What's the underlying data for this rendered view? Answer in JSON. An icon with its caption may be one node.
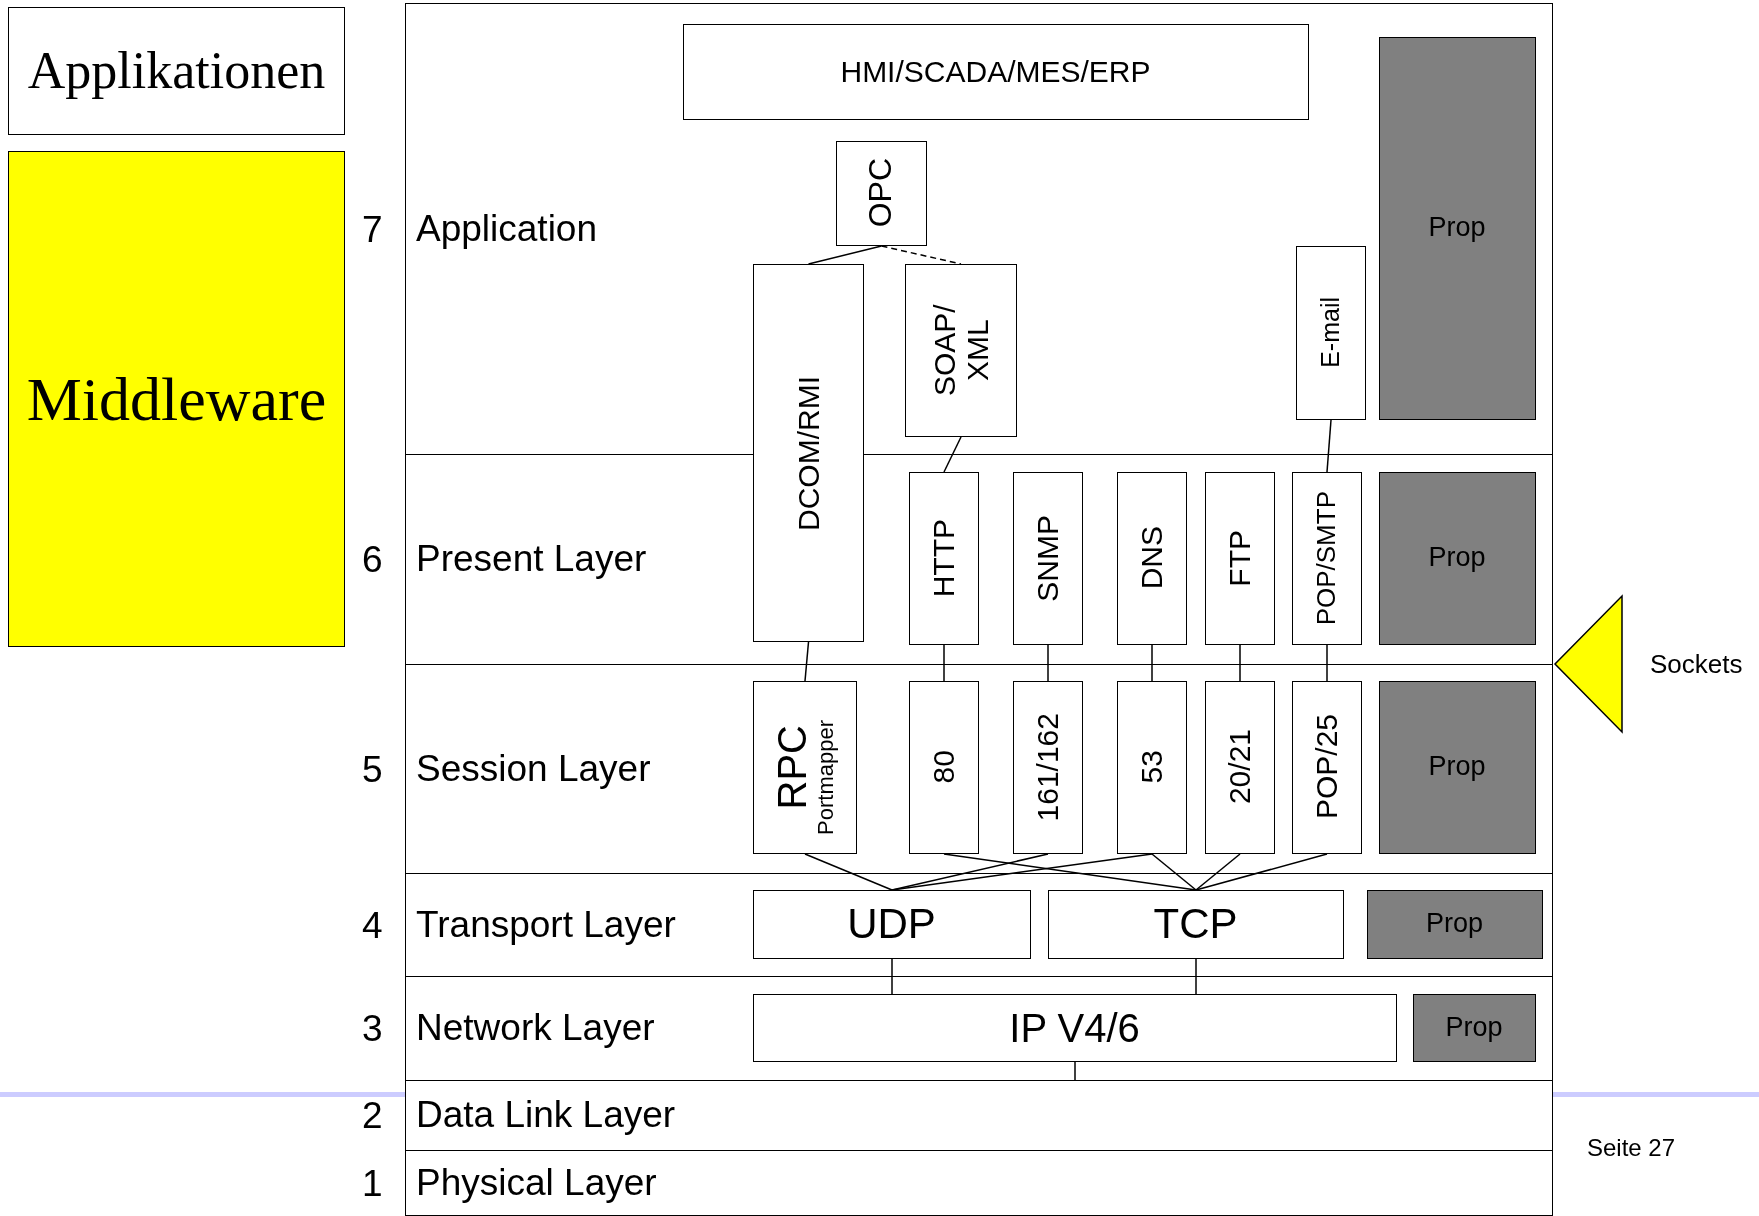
{
  "diagram": {
    "nodes": [
      {
        "text": [
          "Applikationen"
        ]
      },
      {
        "text": [
          "Middleware"
        ]
      },
      {
        "text": [
          "Application"
        ],
        "beside": [
          "7"
        ]
      },
      {
        "text": [
          "HMI/SCADA/MES/ERP"
        ],
        "in": 2
      },
      {
        "text": [
          "OPC"
        ],
        "in": 2
      },
      {
        "text": [
          "DCOM/RMI"
        ]
      },
      {
        "text": [
          "SOAP/ XML"
        ],
        "in": 2
      },
      {
        "text": [
          "E-mail"
        ],
        "in": 2
      },
      {
        "text": [
          "Prop"
        ],
        "in": 2
      },
      {
        "text": [
          "Present Layer"
        ],
        "beside": [
          "6"
        ]
      },
      {
        "text": [
          "HTTP"
        ],
        "in": 9
      },
      {
        "text": [
          "SNMP"
        ],
        "in": 9
      },
      {
        "text": [
          "DNS"
        ],
        "in": 9
      },
      {
        "text": [
          "FTP"
        ],
        "in": 9
      },
      {
        "text": [
          "POP/SMTP"
        ],
        "in": 9
      },
      {
        "text": [
          "Prop"
        ],
        "in": 9
      },
      {
        "text": [
          "Session Layer"
        ],
        "beside": [
          "5"
        ]
      },
      {
        "text": [
          "RPC",
          "Portmapper"
        ],
        "in": 16
      },
      {
        "text": [
          "80"
        ],
        "in": 16
      },
      {
        "text": [
          "161/162"
        ],
        "in": 16
      },
      {
        "text": [
          "53"
        ],
        "in": 16
      },
      {
        "text": [
          "20/21"
        ],
        "in": 16
      },
      {
        "text": [
          "POP/25"
        ],
        "in": 16
      },
      {
        "text": [
          "Prop"
        ],
        "in": 16
      },
      {
        "text": [
          "Transport Layer"
        ],
        "beside": [
          "4"
        ]
      },
      {
        "text": [
          "UDP"
        ],
        "in": 24
      },
      {
        "text": [
          "TCP"
        ],
        "in": 24
      },
      {
        "text": [
          "Prop"
        ],
        "in": 24
      },
      {
        "text": [
          "Network Layer"
        ],
        "beside": [
          "3"
        ]
      },
      {
        "text": [
          "IP V4/6"
        ],
        "in": 28
      },
      {
        "text": [
          "Prop"
        ],
        "in": 28
      },
      {
        "text": [
          "Data Link Layer"
        ],
        "beside": [
          "2"
        ]
      },
      {
        "text": [
          "Physical Layer"
        ],
        "beside": [
          "1"
        ]
      },
      {
        "text": [],
        "shape": "triangle",
        "beside": [
          "Sockets"
        ]
      }
    ],
    "edges": [
      {
        "from": 4,
        "to": 5,
        "arrow": "none"
      },
      {
        "from": 4,
        "to": 6,
        "arrow": "none",
        "style": "dashed"
      },
      {
        "from": 6,
        "to": 10,
        "arrow": "none"
      },
      {
        "from": 7,
        "to": 14,
        "arrow": "none"
      },
      {
        "from": 5,
        "to": 17,
        "arrow": "none"
      },
      {
        "from": 10,
        "to": 18,
        "arrow": "none"
      },
      {
        "from": 11,
        "to": 19,
        "arrow": "none"
      },
      {
        "from": 12,
        "to": 20,
        "arrow": "none"
      },
      {
        "from": 13,
        "to": 21,
        "arrow": "none"
      },
      {
        "from": 14,
        "to": 22,
        "arrow": "none"
      },
      {
        "from": 17,
        "to": 25,
        "arrow": "none"
      },
      {
        "from": 18,
        "to": 26,
        "arrow": "none"
      },
      {
        "from": 19,
        "to": 25,
        "arrow": "none"
      },
      {
        "from": 20,
        "to": 25,
        "arrow": "none"
      },
      {
        "from": 20,
        "to": 26,
        "arrow": "none"
      },
      {
        "from": 21,
        "to": 26,
        "arrow": "none"
      },
      {
        "from": 22,
        "to": 26,
        "arrow": "none"
      },
      {
        "from": 25,
        "to": 29,
        "arrow": "none"
      },
      {
        "from": 26,
        "to": 29,
        "arrow": "none"
      },
      {
        "from": 29,
        "to": 31,
        "arrow": "none"
      }
    ],
    "labels": [
      "Seite 27"
    ]
  }
}
